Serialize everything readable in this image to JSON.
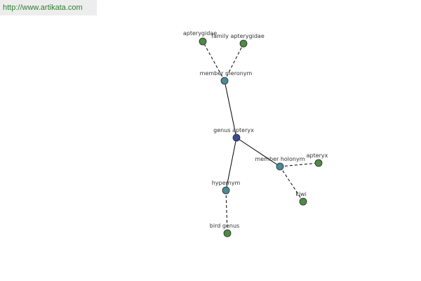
{
  "site": {
    "url_text": "http://www.artikata.com"
  },
  "colors": {
    "center": "#3b4a8f",
    "relation": "#4a8a95",
    "leaf": "#4e8a45"
  },
  "graph": {
    "center": "genus apteryx",
    "nodes": [
      {
        "id": "genus_apteryx",
        "label": "genus apteryx",
        "kind": "center"
      },
      {
        "id": "member_meronym",
        "label": "member meronym",
        "kind": "relation"
      },
      {
        "id": "apterygidae",
        "label": "apterygidae",
        "kind": "leaf"
      },
      {
        "id": "family_apterygidae",
        "label": "family apterygidae",
        "kind": "leaf"
      },
      {
        "id": "member_holonym",
        "label": "member holonym",
        "kind": "relation"
      },
      {
        "id": "apteryx",
        "label": "apteryx",
        "kind": "leaf"
      },
      {
        "id": "kiwi",
        "label": "kiwi",
        "kind": "leaf"
      },
      {
        "id": "hypernym",
        "label": "hypernym",
        "kind": "relation"
      },
      {
        "id": "bird_genus",
        "label": "bird genus",
        "kind": "leaf"
      }
    ],
    "edges": [
      {
        "from": "genus_apteryx",
        "to": "member_meronym",
        "style": "solid"
      },
      {
        "from": "genus_apteryx",
        "to": "member_holonym",
        "style": "solid"
      },
      {
        "from": "genus_apteryx",
        "to": "hypernym",
        "style": "solid"
      },
      {
        "from": "member_meronym",
        "to": "apterygidae",
        "style": "dashed"
      },
      {
        "from": "member_meronym",
        "to": "family_apterygidae",
        "style": "dashed"
      },
      {
        "from": "member_holonym",
        "to": "apteryx",
        "style": "dashed"
      },
      {
        "from": "member_holonym",
        "to": "kiwi",
        "style": "dashed"
      },
      {
        "from": "hypernym",
        "to": "bird_genus",
        "style": "dashed"
      }
    ]
  }
}
